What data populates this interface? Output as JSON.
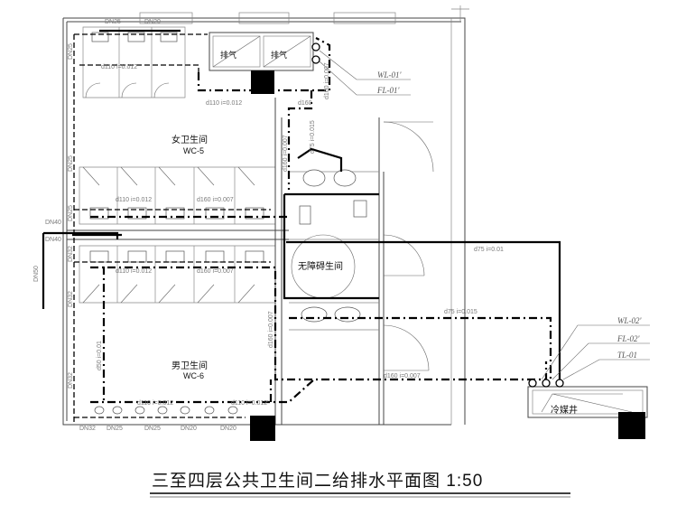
{
  "title": "三至四层公共卫生间二给排水平面图 1:50",
  "rooms": {
    "women": "女卫生间",
    "women_code": "WC-5",
    "men": "男卫生间",
    "men_code": "WC-6",
    "accessible": "无障碍生间",
    "shaft": "冷媒井",
    "exhaust_left": "排气",
    "exhaust_right": "排气"
  },
  "pipe_tags": {
    "wl01": "WL-01'",
    "fl01": "FL-01'",
    "wl02": "WL-02'",
    "fl02": "FL-02'",
    "tl01": "TL-01"
  },
  "dims": {
    "top_dn25": "DN25",
    "top_dn20": "DN20",
    "left_dn25_a": "DN25",
    "left_dn25_b": "DN25",
    "left_dn25_c": "DN25",
    "dn40_a": "DN40",
    "dn40_b": "DN40",
    "dn32_a": "DN32",
    "dn32_b": "DN32",
    "dn32_c": "DN32",
    "dn50": "DN50",
    "bot_dn32": "DN32",
    "bot_dn25_a": "DN25",
    "bot_dn25_b": "DN25",
    "bot_dn20_a": "DN20",
    "bot_dn20_b": "DN20"
  },
  "slopes": {
    "s1": "d110 i=0.012",
    "s2": "d110 i=0.012",
    "s3": "d160",
    "s4": "d160 i=0.007",
    "s5": "d75 i=0.015",
    "s6": "d160 i=0.007",
    "s7": "d110 i=0.012",
    "s8": "d160 i=0.007",
    "s9": "d110 i=0.012",
    "s10": "d160 i=0.007",
    "s11": "d75 i=0.01",
    "s12": "d75 i=0.015",
    "s13": "d160 i=0.007",
    "s14": "d160 i=0.007",
    "s15": "d50 i=0.01",
    "s16": "d110 i=0.012",
    "s17": "d110 i=0.012'"
  }
}
